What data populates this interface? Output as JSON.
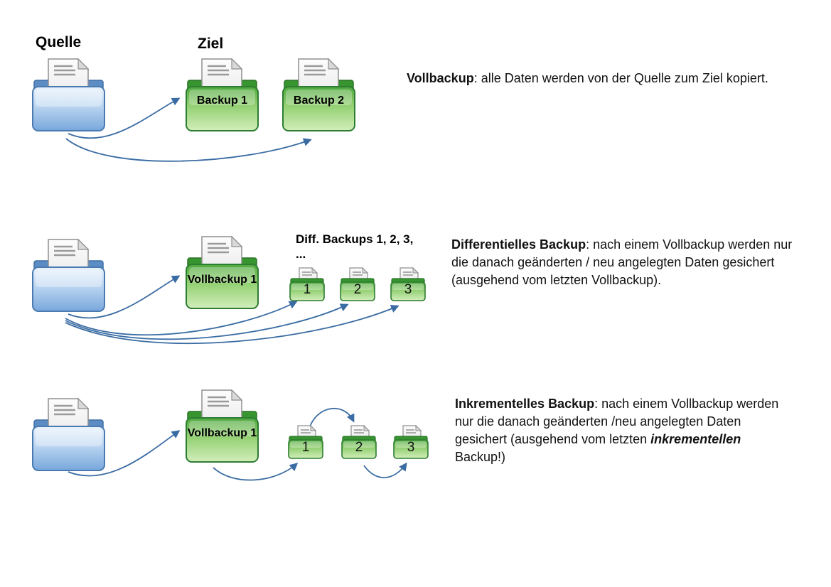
{
  "headings": {
    "quelle": "Quelle",
    "ziel": "Ziel"
  },
  "sections": {
    "voll": {
      "backup1": "Backup 1",
      "backup2": "Backup 2",
      "term": "Vollbackup",
      "desc": ": alle Daten werden von der Quelle zum Ziel kopiert."
    },
    "diff": {
      "vollbackup": "Vollbackup 1",
      "small_title": "Diff. Backups 1, 2, 3, ...",
      "folders": [
        "1",
        "2",
        "3"
      ],
      "term": "Differentielles Backup",
      "desc": ": nach einem Vollbackup werden nur die danach geänderten / neu angelegten Daten gesichert (ausgehend vom letzten Vollbackup)."
    },
    "inkr": {
      "vollbackup": "Vollbackup 1",
      "folders": [
        "1",
        "2",
        "3"
      ],
      "term": "Inkrementelles Backup",
      "desc_a": ": nach einem Vollbackup werden nur die danach geänderten /neu angelegten Daten gesichert (ausgehend vom letzten ",
      "emphasis": "inkrementellen",
      "desc_b": " Backup!)"
    }
  },
  "colors": {
    "arrow": "#3a6ca3",
    "text": "#111111",
    "folder-green": "#4ea73e",
    "folder-blue": "#78a7dc"
  }
}
